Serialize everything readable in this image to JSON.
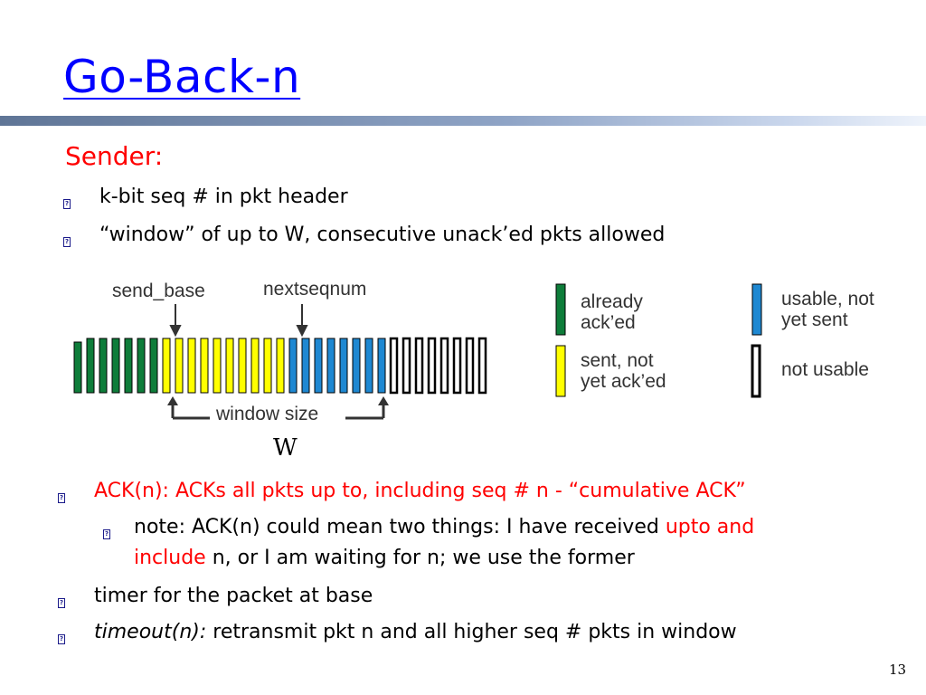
{
  "title": "Go-Back-n",
  "sender_label": "Sender:",
  "sender_bullets": [
    "k-bit seq # in pkt header",
    "“window” of up to W, consecutive unack’ed pkts allowed"
  ],
  "diagram": {
    "send_base_label": "send_base",
    "nextseqnum_label": "nextseqnum",
    "window_size_label": "window size",
    "w_label": "W",
    "legend": {
      "acked_line1": "already",
      "acked_line2": "ack’ed",
      "sent_line1": "sent, not",
      "sent_line2": "yet ack’ed",
      "usable_line1": "usable, not",
      "usable_line2": "yet sent",
      "not_usable": "not usable"
    },
    "colors": {
      "acked": "#0e7d3a",
      "sent": "#ffff00",
      "usable": "#1e88d2",
      "not_usable": "#ffffff",
      "outline": "#000000"
    },
    "packet_counts": {
      "acked": 7,
      "sent": 10,
      "usable": 8,
      "not_usable": 8
    }
  },
  "ack_bullet": "ACK(n): ACKs all pkts up to, including seq # n - “cumulative ACK”",
  "note": {
    "part1": "note: ACK(n) could mean two things: I have received ",
    "highlight1": "upto and",
    "highlight2": "include",
    "part2": " n, or I am waiting for n; we use the former"
  },
  "timer_bullet": "timer for the packet at base",
  "timeout": {
    "label": "timeout(n):",
    "text": " retransmit pkt n and all higher seq # pkts in window"
  },
  "page_number": "13"
}
